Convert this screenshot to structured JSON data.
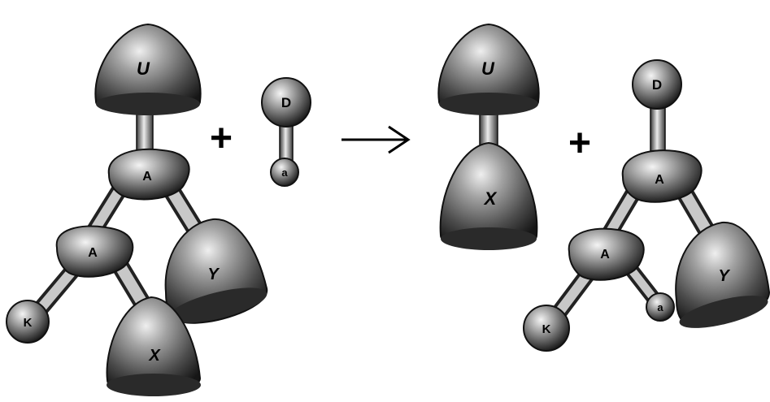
{
  "reactants": {
    "u_label": "U",
    "a_top_label": "A",
    "a_low_label": "A",
    "k_label": "K",
    "x_label": "X",
    "y_label": "Y",
    "plus": "+",
    "d_label": "D",
    "a_small_label": "a"
  },
  "arrow": "→",
  "products": {
    "u_label": "U",
    "x_label": "X",
    "plus": "+",
    "d_label": "D",
    "a_top_label": "A",
    "a_low_label": "A",
    "k_label": "K",
    "a_small_label": "a",
    "y_label": "Y"
  }
}
